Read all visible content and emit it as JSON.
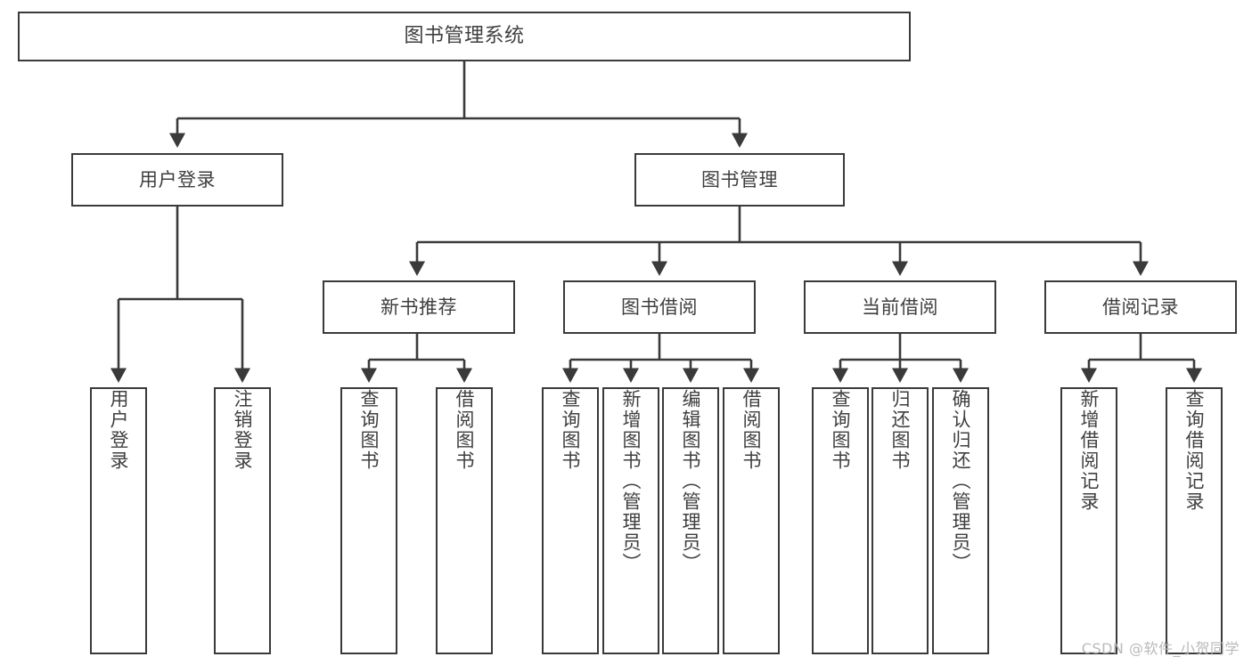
{
  "diagram": {
    "title": "图书管理系统",
    "type": "hierarchy-tree",
    "watermark": "CSDN @软件_小贺同学",
    "colors": {
      "stroke": "#3a3a3a",
      "text": "#3f3f3f",
      "background": "#ffffff",
      "watermark": "#b9b9b9"
    },
    "nodes": {
      "root": {
        "label": "图书管理系统"
      },
      "level1": [
        {
          "label": "用户登录"
        },
        {
          "label": "图书管理"
        }
      ],
      "level2": [
        {
          "label": "新书推荐"
        },
        {
          "label": "图书借阅"
        },
        {
          "label": "当前借阅"
        },
        {
          "label": "借阅记录"
        }
      ],
      "leaves": [
        {
          "label": "用户登录"
        },
        {
          "label": "注销登录"
        },
        {
          "label": "查询图书"
        },
        {
          "label": "借阅图书"
        },
        {
          "label": "查询图书"
        },
        {
          "label": "新增图书（管理员）"
        },
        {
          "label": "编辑图书（管理员）"
        },
        {
          "label": "借阅图书"
        },
        {
          "label": "查询图书"
        },
        {
          "label": "归还图书"
        },
        {
          "label": "确认归还（管理员）"
        },
        {
          "label": "新增借阅记录"
        },
        {
          "label": "查询借阅记录"
        }
      ]
    }
  }
}
